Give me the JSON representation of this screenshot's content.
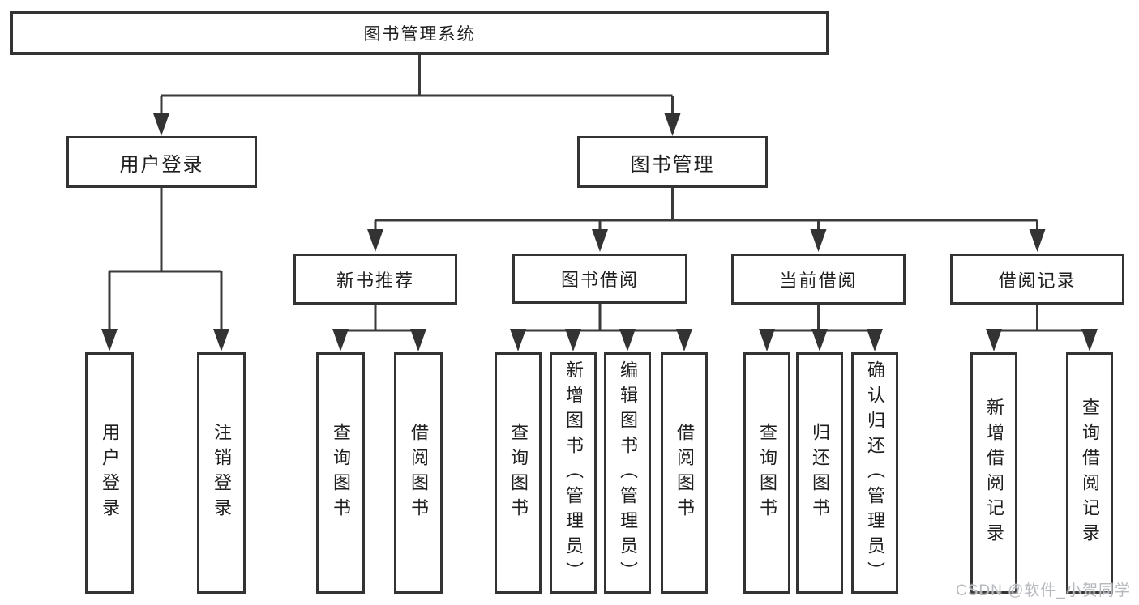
{
  "colors": {
    "line": "#3a3a3a",
    "box_border": "#333333",
    "box_fill": "#ffffff",
    "text": "#1f1f1f",
    "watermark": "#b6b9be"
  },
  "watermark": {
    "text": "CSDN @软件_小贺同学"
  },
  "nodes": {
    "root": "图书管理系统",
    "user_login": "用户登录",
    "book_mgmt": "图书管理",
    "new_book_rec": "新书推荐",
    "book_borrow": "图书借阅",
    "current_borrow": "当前借阅",
    "borrow_record": "借阅记录",
    "ul_login": "用户登录",
    "ul_logout": "注销登录",
    "nb_query_book": "查询图书",
    "nb_borrow_book": "借阅图书",
    "bb_query_book": "查询图书",
    "bb_add_book": "新增图书（管理员）",
    "bb_edit_book": "编辑图书（管理员）",
    "bb_borrow_book": "借阅图书",
    "cb_query_book": "查询图书",
    "cb_return_book": "归还图书",
    "cb_confirm_return": "确认归还（管理员）",
    "br_add_record": "新增借阅记录",
    "br_query_record": "查询借阅记录"
  }
}
